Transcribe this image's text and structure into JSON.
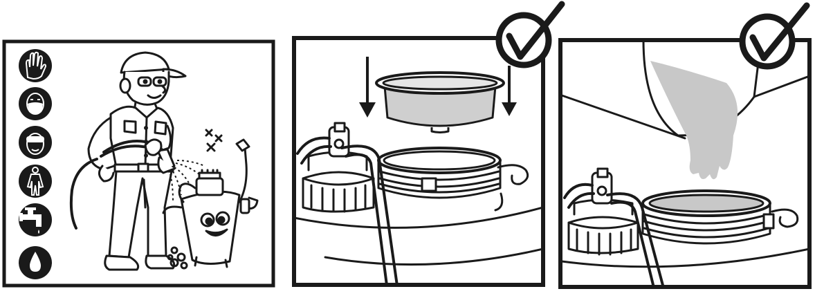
{
  "colors": {
    "ink": "#1a1a1a",
    "paper": "#ffffff",
    "gray_fill": "#c8c8c8",
    "light_gray": "#e6e6e6"
  },
  "panels": [
    {
      "id": "panel-1",
      "checkmark": false,
      "icons": [
        "gloves-icon",
        "face-mask-icon",
        "goggles-icon",
        "coverall-suit-icon",
        "water-tap-icon",
        "water-drop-icon"
      ],
      "scene": "worker-rinsing-sprayer-with-hose"
    },
    {
      "id": "panel-2",
      "checkmark": true,
      "icons": [
        "down-arrow-icon",
        "down-arrow-icon"
      ],
      "scene": "strainer-inserted-into-tank-opening"
    },
    {
      "id": "panel-3",
      "checkmark": true,
      "icons": [],
      "scene": "liquid-poured-into-tank-through-strainer"
    }
  ]
}
